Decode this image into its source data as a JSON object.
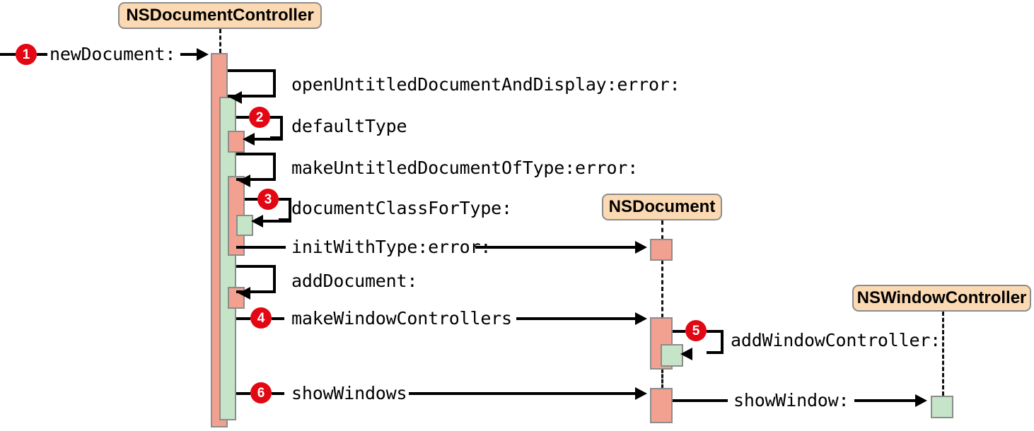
{
  "diagram": {
    "title": "NSDocument new-document sequence",
    "type": "uml-sequence-diagram",
    "colors": {
      "lifeline_header_fill": "#FBD9B2",
      "activation_salmon": "#F2A191",
      "activation_green": "#C6E4C7",
      "badge_red": "#E30613",
      "stroke": "#000000",
      "box_border": "#8C8C8C",
      "background": "#FFFFFF"
    }
  },
  "lifelines": [
    {
      "id": "controller",
      "label": "NSDocumentController"
    },
    {
      "id": "document",
      "label": "NSDocument"
    },
    {
      "id": "wincontroller",
      "label": "NSWindowController"
    }
  ],
  "messages": [
    {
      "step": "1",
      "label": "newDocument:",
      "kind": "inbound",
      "from": "actor",
      "to": "controller"
    },
    {
      "step": "",
      "label": "openUntitledDocumentAndDisplay:error:",
      "kind": "self",
      "from": "controller",
      "to": "controller"
    },
    {
      "step": "2",
      "label": "defaultType",
      "kind": "self",
      "from": "controller",
      "to": "controller"
    },
    {
      "step": "",
      "label": "makeUntitledDocumentOfType:error:",
      "kind": "self",
      "from": "controller",
      "to": "controller"
    },
    {
      "step": "3",
      "label": "documentClassForType:",
      "kind": "self",
      "from": "controller",
      "to": "controller"
    },
    {
      "step": "",
      "label": "initWithType:error:",
      "kind": "call",
      "from": "controller",
      "to": "document"
    },
    {
      "step": "",
      "label": "addDocument:",
      "kind": "self",
      "from": "controller",
      "to": "controller"
    },
    {
      "step": "4",
      "label": "makeWindowControllers",
      "kind": "call",
      "from": "controller",
      "to": "document"
    },
    {
      "step": "5",
      "label": "addWindowController:",
      "kind": "self",
      "from": "document",
      "to": "document"
    },
    {
      "step": "6",
      "label": "showWindows",
      "kind": "call",
      "from": "controller",
      "to": "document"
    },
    {
      "step": "",
      "label": "showWindow:",
      "kind": "call",
      "from": "document",
      "to": "wincontroller"
    }
  ],
  "badges": [
    "1",
    "2",
    "3",
    "4",
    "5",
    "6"
  ]
}
